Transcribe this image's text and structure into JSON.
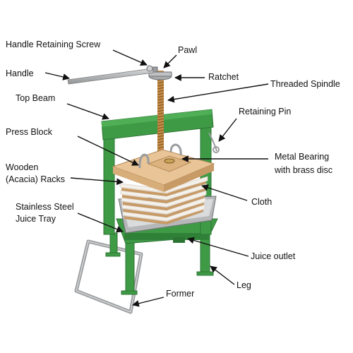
{
  "diagram": {
    "labels": {
      "handle_retaining_screw": "Handle Retaining Screw",
      "pawl": "Pawl",
      "handle": "Handle",
      "ratchet": "Ratchet",
      "threaded_spindle": "Threaded Spindle",
      "top_beam": "Top Beam",
      "retaining_pin": "Retaining Pin",
      "press_block": "Press Block",
      "metal_bearing_1": "Metal Bearing",
      "metal_bearing_2": "with brass disc",
      "wooden_racks_1": "Wooden",
      "wooden_racks_2": "(Acacia) Racks",
      "cloth": "Cloth",
      "juice_tray_1": "Stainless Steel",
      "juice_tray_2": "Juice Tray",
      "juice_outlet": "Juice outlet",
      "leg": "Leg",
      "former": "Former"
    },
    "colors": {
      "frame_green": "#3f9a46",
      "frame_dark": "#2c7434",
      "wood": "#e8c497",
      "wood_dark": "#c79a66",
      "cloth": "#f4f0ea",
      "steel": "#a9abad",
      "arrow": "#111111"
    }
  }
}
